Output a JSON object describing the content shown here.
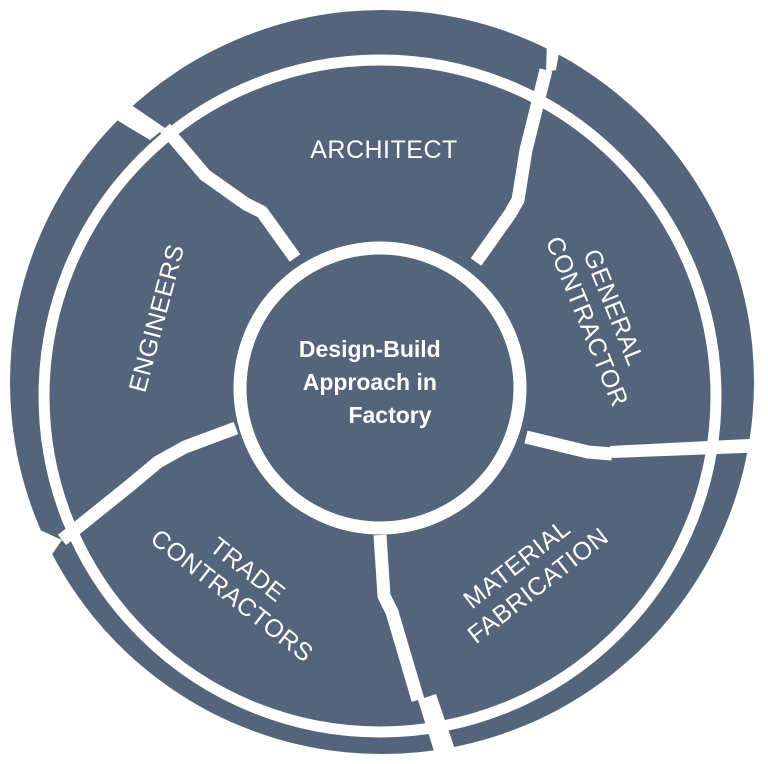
{
  "colors": {
    "fill": "#53647b",
    "background": "#ffffff"
  },
  "center": {
    "lines": [
      "Design-Build",
      "Approach in",
      "Factory"
    ]
  },
  "segments": [
    {
      "id": "architect",
      "lines": [
        "ARCHITECT"
      ]
    },
    {
      "id": "general-contractor",
      "lines": [
        "GENERAL",
        "CONTRACTOR"
      ]
    },
    {
      "id": "material-fabrication",
      "lines": [
        "MATERIAL",
        "FABRICATION"
      ]
    },
    {
      "id": "trade-contractors",
      "lines": [
        "TRADE",
        "CONTRACTORS"
      ]
    },
    {
      "id": "engineers",
      "lines": [
        "ENGINEERS"
      ]
    }
  ]
}
